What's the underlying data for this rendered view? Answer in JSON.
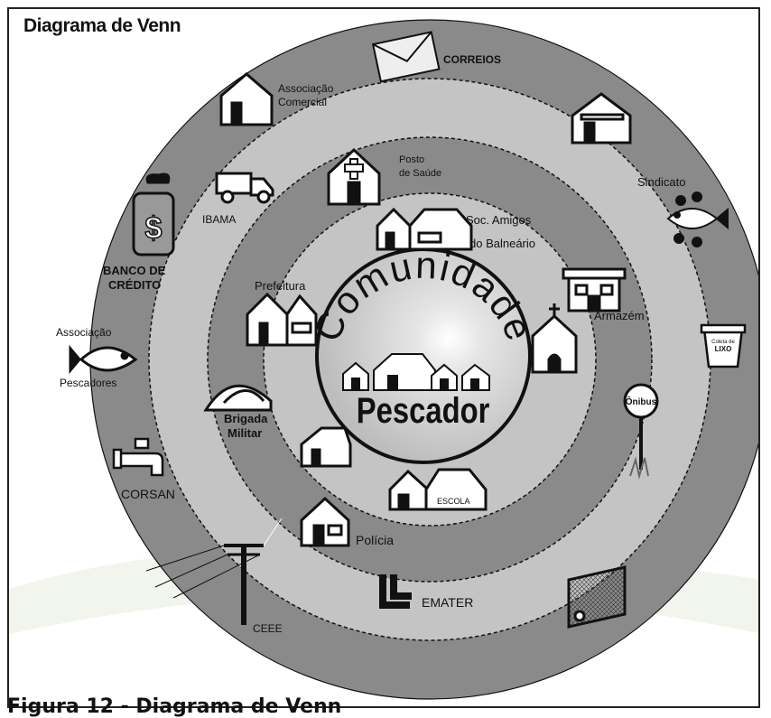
{
  "title": "Diagrama de Venn",
  "caption": "Figura 12 - Diagrama de Venn",
  "center": {
    "line1": "Comunidade",
    "line2": "Pescador"
  },
  "labels": {
    "correios": "CORREIOS",
    "assoc_comercial_1": "Associação",
    "assoc_comercial_2": "Comercial",
    "sindicato": "Sindicato",
    "posto_1": "Posto",
    "posto_2": "de Saúde",
    "ibama": "IBAMA",
    "soc_1": "Soc. Amigos",
    "soc_2": "do Balneário",
    "banco_1": "BANCO DE",
    "banco_2": "CRÉDITO",
    "prefeitura": "Prefeitura",
    "armazem": "Armazém",
    "assoc_pesc_1": "Associação",
    "assoc_pesc_2": "Pescadores",
    "coleta_1": "Coleta de",
    "coleta_2": "LIXO",
    "onibus": "Ônibus",
    "brigada_1": "Brigada",
    "brigada_2": "Militar",
    "escola": "ESCOLA",
    "corsan": "CORSAN",
    "policia": "Polícia",
    "emater": "EMATER",
    "ceee": "CEEE"
  },
  "colors": {
    "ring_dark": "#8a8a8a",
    "ring_light": "#c4c4c4",
    "center_fill": "#d8d8d8",
    "ink": "#111111"
  }
}
